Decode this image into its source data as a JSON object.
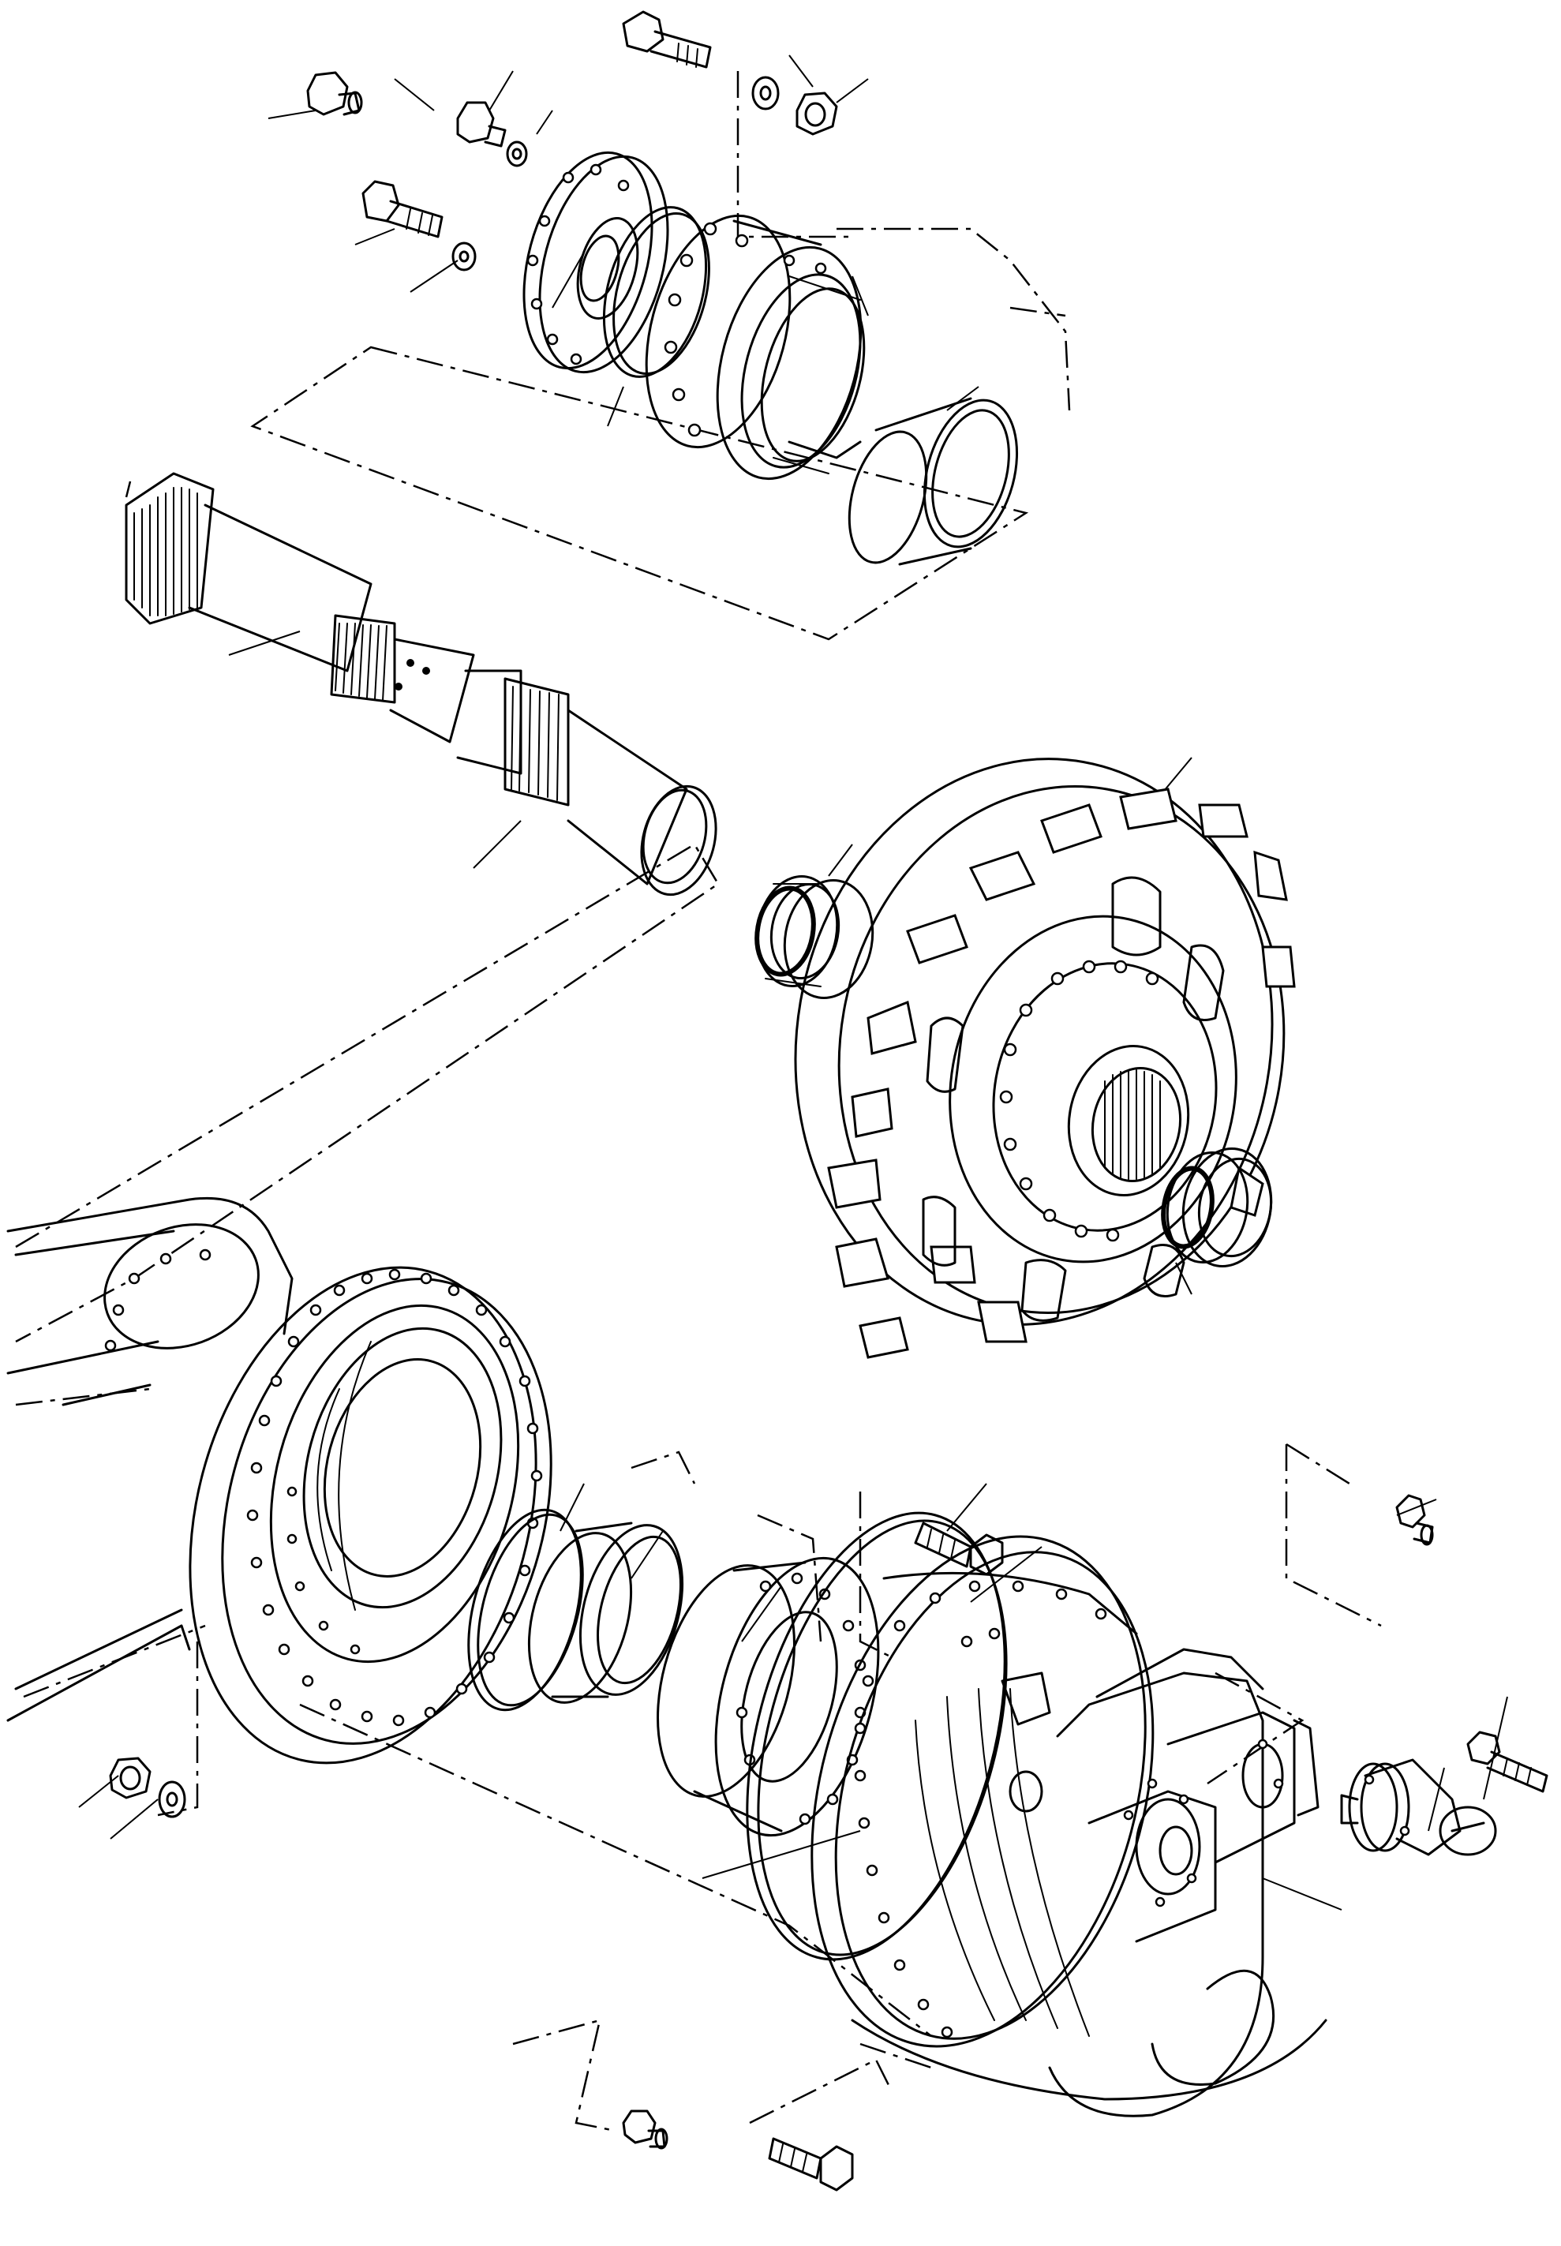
{
  "diagram": {
    "kind": "exploded-parts-view",
    "visible_text": [],
    "line_color": "#000000",
    "background": "#ffffff",
    "parts": [
      "top-flange-plate",
      "top-o-ring",
      "top-hub-housing",
      "top-sleeve",
      "top-bearing-race",
      "top-bolt",
      "top-bolt-washer",
      "top-nut",
      "top-nut-washer",
      "top-right-bolt",
      "top-right-washer",
      "top-right-nut",
      "top-plug",
      "drive-shaft",
      "sprocket",
      "sprocket-left-bearing",
      "sprocket-right-bearing",
      "frame-housing",
      "large-flange-disc",
      "mid-o-ring",
      "mid-bearing-race",
      "mid-hub-ring",
      "large-o-ring",
      "final-drive-housing",
      "hydraulic-motor",
      "right-bolt",
      "right-plug",
      "sensor-fitting",
      "left-nut",
      "left-washer",
      "bottom-plug",
      "bottom-bolt",
      "mid-bolt"
    ]
  }
}
